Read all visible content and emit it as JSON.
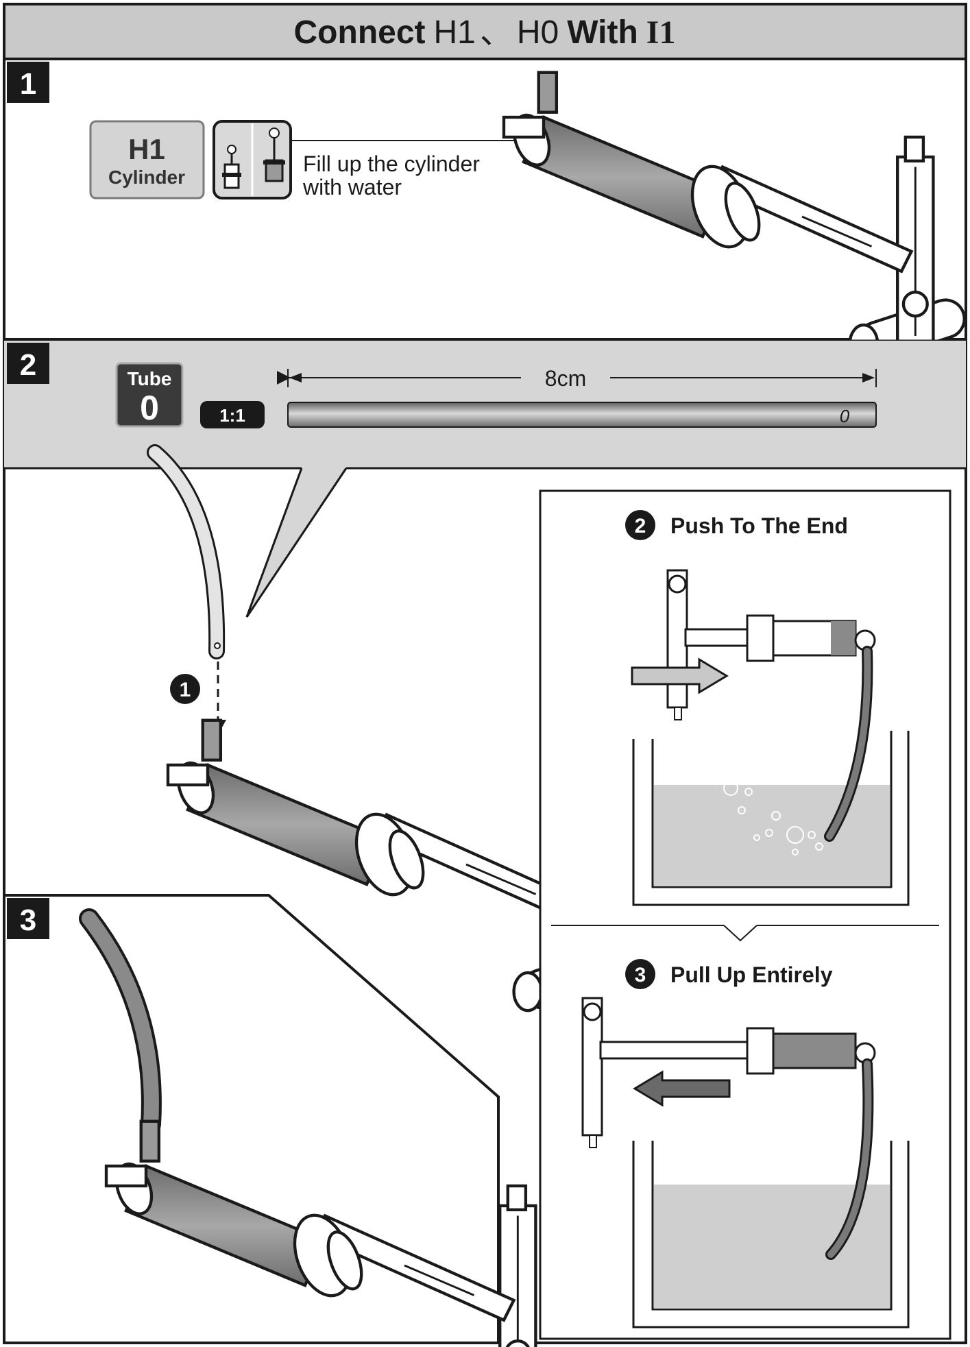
{
  "header": {
    "title_connect": "Connect",
    "title_h1": "H1",
    "title_sep": "、",
    "title_h0": "H0",
    "title_with": "With",
    "title_i1": "I1"
  },
  "step1": {
    "number": "1",
    "part_code": "H1",
    "part_name": "Cylinder",
    "instruction_line1": "Fill up the cylinder",
    "instruction_line2": "with water"
  },
  "step2": {
    "number": "2",
    "tube_label": "Tube",
    "tube_number": "0",
    "scale": "1:1",
    "length": "8cm",
    "tube_end_mark": "0",
    "substep_marker": "1"
  },
  "step3": {
    "number": "3"
  },
  "side_panel": {
    "push": {
      "num": "2",
      "label": "Push To The End"
    },
    "pull": {
      "num": "3",
      "label": "Pull Up Entirely"
    }
  },
  "colors": {
    "header_bg": "#c9c9c9",
    "band_bg": "#d6d6d6",
    "dark_label": "#2a2a2a",
    "water": "#cfcfcf",
    "tube": "#8a8a8a",
    "outline": "#1a1a1a"
  },
  "icons": [
    "syringe-icon",
    "arrow-right-icon",
    "arrow-left-icon",
    "dashed-arrow-down-icon"
  ]
}
